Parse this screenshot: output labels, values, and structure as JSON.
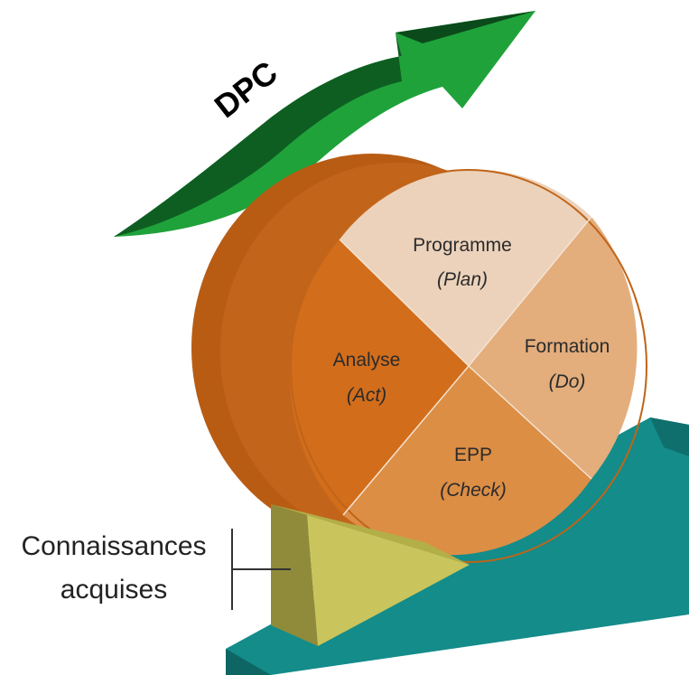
{
  "arrow_label": "DPC",
  "segments": {
    "plan": {
      "title": "Programme",
      "sub": "(Plan)"
    },
    "do": {
      "title": "Formation",
      "sub": "(Do)"
    },
    "check": {
      "title": "EPP",
      "sub": "(Check)"
    },
    "act": {
      "title": "Analyse",
      "sub": "(Act)"
    }
  },
  "wedge_label": {
    "line1": "Connaissances",
    "line2": "acquises"
  },
  "colors": {
    "arrow_dark": "#0e5e22",
    "arrow_light": "#1fa23a",
    "wheel_rim": "#b85c14",
    "plan": "#ecd2bb",
    "do": "#e3ad7c",
    "check": "#dc8e45",
    "act": "#d26d1b",
    "ramp": "#138c8a",
    "wedge": "#c9c55c"
  }
}
